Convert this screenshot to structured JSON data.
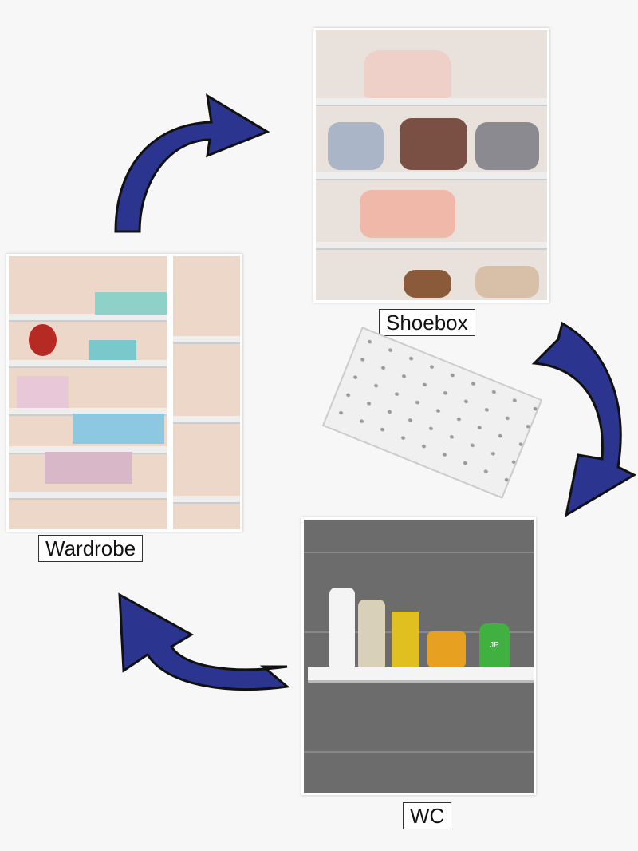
{
  "labels": {
    "shoebox": "Shoebox",
    "wardrobe": "Wardrobe",
    "wc": "WC"
  },
  "colors": {
    "arrow": "#2b3590",
    "background": "#f7f7f7"
  },
  "product_bottle_text": "JP"
}
